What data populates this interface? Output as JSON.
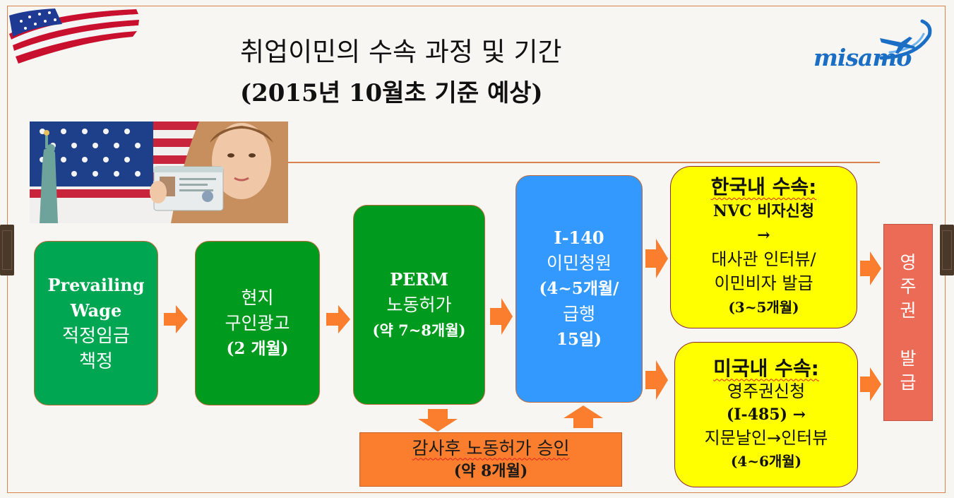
{
  "header": {
    "title": "취업이민의 수속 과정 및 기간",
    "subtitle": "(2015년 10월초 기준 예상)",
    "logo_text": "misamo"
  },
  "colors": {
    "accent_line": "#d9824a",
    "box_green": "#00a651",
    "box_dark_green": "#009a1e",
    "box_blue": "#3399ff",
    "box_yellow": "#ffff00",
    "arrow_orange": "#fa7e2d",
    "box_red": "#ec6b57"
  },
  "steps": {
    "prevailing": {
      "line1": "Prevailing",
      "line2": "Wage",
      "line3": "적정임금",
      "line4": "책정"
    },
    "ad": {
      "line1": "현지",
      "line2": "구인광고",
      "line3": "(2 개월)"
    },
    "perm": {
      "line1": "PERM",
      "line2": "노동허가",
      "line3": "(약 7~8개월)"
    },
    "i140": {
      "line1": "I-140",
      "line2": "이민청원",
      "line3": "(4~5개월/",
      "line4": "급행",
      "line5": "15일)"
    },
    "korea": {
      "head": "한국내 수속:",
      "line1": "NVC 비자신청",
      "arrow": "→",
      "line2": "대사관 인터뷰/",
      "line3": "이민비자 발급",
      "line4": "(3~5개월)"
    },
    "usa": {
      "head": "미국내 수속:",
      "line1": "영주권신청",
      "line2": "(I-485) →",
      "line3": "지문날인→인터뷰",
      "line4": "(4~6개월)"
    },
    "audit": {
      "line1": "감사후 노동허가 승인",
      "line2": "(약 8개월)"
    },
    "greencard": {
      "c1": "영",
      "c2": "주",
      "c3": "권",
      "c4": "발",
      "c5": "급"
    }
  }
}
